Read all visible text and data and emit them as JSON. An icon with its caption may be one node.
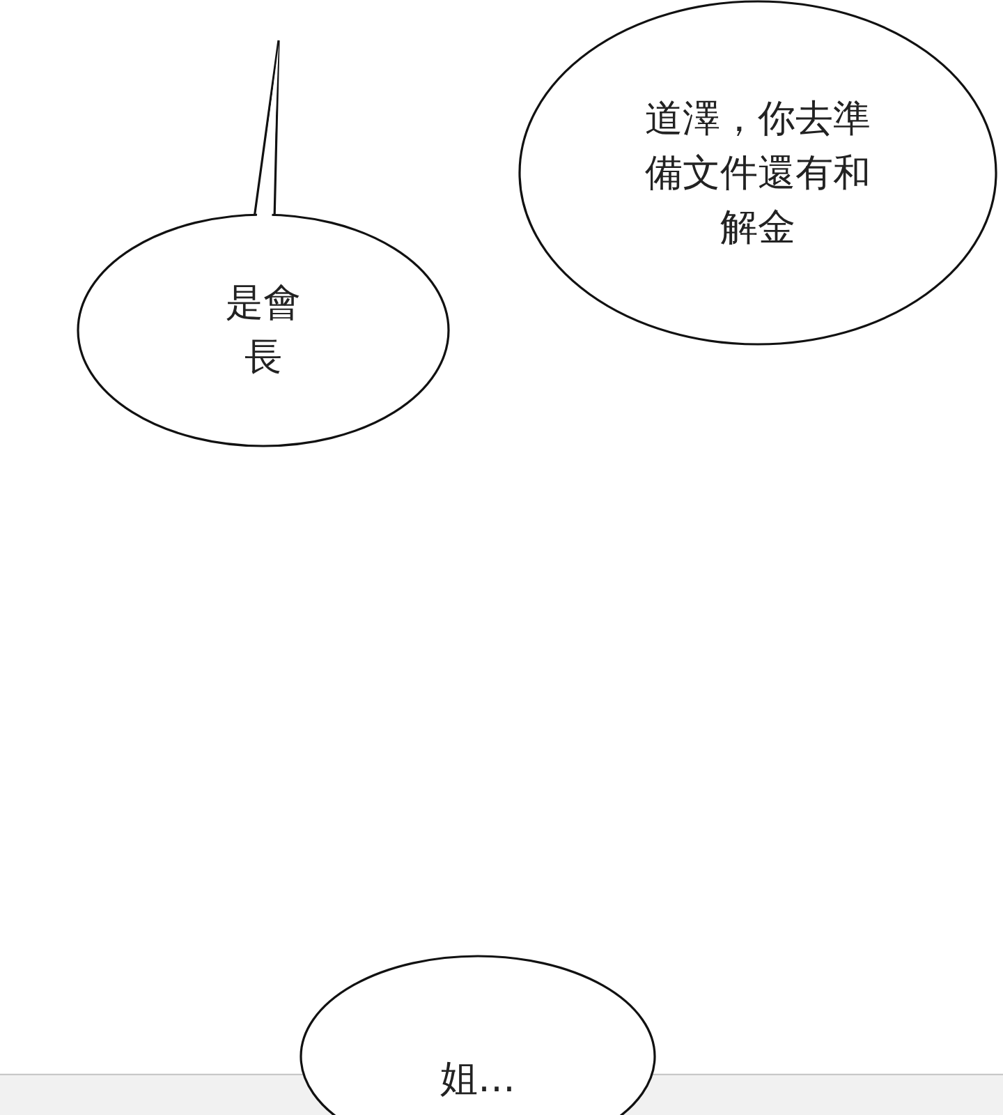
{
  "diagram": {
    "nodes": [
      {
        "text": [
          "道澤，你去準備文件還有和解金"
        ]
      },
      {
        "text": [
          "是會長"
        ]
      },
      {
        "text": [
          "姐…"
        ]
      }
    ]
  }
}
